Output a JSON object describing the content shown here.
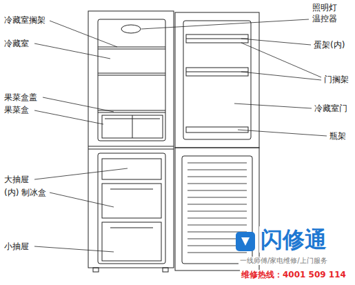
{
  "diagram": {
    "labels": [
      "冷藏室搁架",
      "冷藏室",
      "果菜盒盖",
      "果菜盒",
      "大抽屉",
      "(内) 制冰盒",
      "小抽屉",
      "照明灯",
      "温控器",
      "蛋架(内)",
      "门搁架",
      "冷藏室门",
      "瓶架",
      "闪修通",
      "一线师傅/家电维修/上门服务",
      "维修热线：4001 509 114"
    ]
  }
}
